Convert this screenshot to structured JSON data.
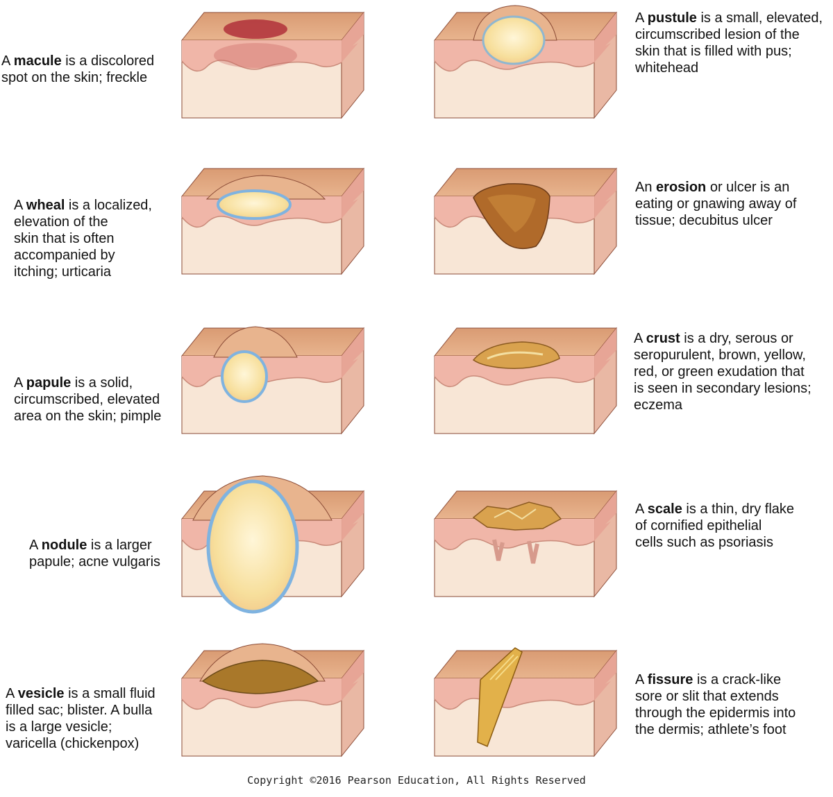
{
  "lesions": [
    {
      "id": "macule",
      "lines": [
        [
          "A ",
          "macule",
          " is a discolored"
        ],
        [
          "spot on the skin; freckle"
        ]
      ]
    },
    {
      "id": "pustule",
      "lines": [
        [
          "A ",
          "pustule",
          " is a small, elevated,"
        ],
        [
          "circumscribed lesion of the"
        ],
        [
          "skin that is filled with pus;"
        ],
        [
          "whitehead"
        ]
      ]
    },
    {
      "id": "wheal",
      "lines": [
        [
          "A ",
          "wheal",
          " is a localized,"
        ],
        [
          "elevation of the"
        ],
        [
          "skin that is often"
        ],
        [
          "accompanied by"
        ],
        [
          "itching; urticaria"
        ]
      ]
    },
    {
      "id": "erosion",
      "lines": [
        [
          "An ",
          "erosion",
          " or ulcer is an"
        ],
        [
          "eating or gnawing away of"
        ],
        [
          "tissue; decubitus ulcer"
        ]
      ]
    },
    {
      "id": "papule",
      "lines": [
        [
          "A ",
          "papule",
          " is a solid,"
        ],
        [
          "circumscribed, elevated"
        ],
        [
          "area on the skin; pimple"
        ]
      ]
    },
    {
      "id": "crust",
      "lines": [
        [
          "A ",
          "crust",
          " is a dry, serous or"
        ],
        [
          "seropurulent, brown, yellow,"
        ],
        [
          "red, or green exudation that"
        ],
        [
          "is seen in secondary lesions;"
        ],
        [
          "eczema"
        ]
      ]
    },
    {
      "id": "nodule",
      "lines": [
        [
          "A ",
          "nodule",
          " is a larger"
        ],
        [
          "papule; acne vulgaris"
        ]
      ]
    },
    {
      "id": "scale",
      "lines": [
        [
          "A ",
          "scale",
          " is a thin, dry flake"
        ],
        [
          "of cornified epithelial"
        ],
        [
          "cells such as psoriasis"
        ]
      ]
    },
    {
      "id": "vesicle",
      "lines": [
        [
          "A ",
          "vesicle",
          " is a small fluid"
        ],
        [
          "filled sac; blister.  A bulla"
        ],
        [
          "is a large vesicle;"
        ],
        [
          "varicella (chickenpox)"
        ]
      ]
    },
    {
      "id": "fissure",
      "lines": [
        [
          "A ",
          "fissure",
          " is a crack-like"
        ],
        [
          "sore or slit that extends"
        ],
        [
          "through the epidermis into"
        ],
        [
          "the dermis; athlete’s foot"
        ]
      ]
    }
  ],
  "copyright": "Copyright ©2016 Pearson Education, All Rights Reserved",
  "colors": {
    "surface": "#e8b48e",
    "epidermis": "#f0b6a8",
    "dermis": "#f8e6d6",
    "edge": "#8a4a35",
    "lesion_red": "#b0303a",
    "fluid": "#f7df9c",
    "fluid_rim": "#7fb3e0",
    "crust": "#d9a24e",
    "ulcer": "#b06a2a"
  }
}
